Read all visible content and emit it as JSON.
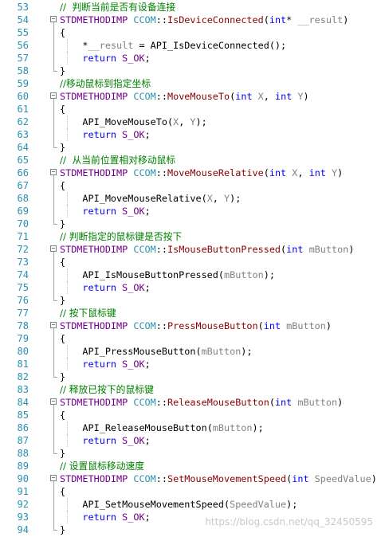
{
  "editor": {
    "lines": [
      {
        "n": "53",
        "fold": "none",
        "indent": 1,
        "tokens": [
          [
            "cm",
            "//  判断当前是否有设备连接"
          ]
        ]
      },
      {
        "n": "54",
        "fold": "open",
        "indent": 0,
        "tokens": [
          [
            "mac",
            "STDMETHODIMP"
          ],
          [
            "op",
            " "
          ],
          [
            "cls",
            "CCOM"
          ],
          [
            "op",
            "::"
          ],
          [
            "fn",
            "IsDeviceConnected"
          ],
          [
            "op",
            "("
          ],
          [
            "kw",
            "int"
          ],
          [
            "op",
            "* "
          ],
          [
            "prm",
            "__result"
          ],
          [
            "op",
            ")"
          ]
        ]
      },
      {
        "n": "55",
        "fold": "line",
        "indent": 0,
        "tokens": [
          [
            "op",
            "{"
          ]
        ]
      },
      {
        "n": "56",
        "fold": "line",
        "indent": 2,
        "tokens": [
          [
            "op",
            "*"
          ],
          [
            "prm",
            "__result"
          ],
          [
            "op",
            " = "
          ],
          [
            "id",
            "API_IsDeviceConnected"
          ],
          [
            "op",
            "();"
          ]
        ]
      },
      {
        "n": "57",
        "fold": "line",
        "indent": 2,
        "tokens": [
          [
            "kw",
            "return"
          ],
          [
            "op",
            " "
          ],
          [
            "enum",
            "S_OK"
          ],
          [
            "op",
            ";"
          ]
        ]
      },
      {
        "n": "58",
        "fold": "end",
        "indent": 0,
        "tokens": [
          [
            "op",
            "}"
          ]
        ]
      },
      {
        "n": "59",
        "fold": "none",
        "indent": 0,
        "tokens": [
          [
            "cm",
            "//移动鼠标到指定坐标"
          ]
        ]
      },
      {
        "n": "60",
        "fold": "open",
        "indent": 0,
        "tokens": [
          [
            "mac",
            "STDMETHODIMP"
          ],
          [
            "op",
            " "
          ],
          [
            "cls",
            "CCOM"
          ],
          [
            "op",
            "::"
          ],
          [
            "fn",
            "MoveMouseTo"
          ],
          [
            "op",
            "("
          ],
          [
            "kw",
            "int"
          ],
          [
            "op",
            " "
          ],
          [
            "prm",
            "X"
          ],
          [
            "op",
            ", "
          ],
          [
            "kw",
            "int"
          ],
          [
            "op",
            " "
          ],
          [
            "prm",
            "Y"
          ],
          [
            "op",
            ")"
          ]
        ]
      },
      {
        "n": "61",
        "fold": "line",
        "indent": 0,
        "tokens": [
          [
            "op",
            "{"
          ]
        ]
      },
      {
        "n": "62",
        "fold": "line",
        "indent": 2,
        "tokens": [
          [
            "id",
            "API_MoveMouseTo"
          ],
          [
            "op",
            "("
          ],
          [
            "prm",
            "X"
          ],
          [
            "op",
            ", "
          ],
          [
            "prm",
            "Y"
          ],
          [
            "op",
            ");"
          ]
        ]
      },
      {
        "n": "63",
        "fold": "line",
        "indent": 2,
        "tokens": [
          [
            "kw",
            "return"
          ],
          [
            "op",
            " "
          ],
          [
            "enum",
            "S_OK"
          ],
          [
            "op",
            ";"
          ]
        ]
      },
      {
        "n": "64",
        "fold": "end",
        "indent": 0,
        "tokens": [
          [
            "op",
            "}"
          ]
        ]
      },
      {
        "n": "65",
        "fold": "none",
        "indent": 0,
        "tokens": [
          [
            "cm",
            "//  从当前位置相对移动鼠标"
          ]
        ]
      },
      {
        "n": "66",
        "fold": "open",
        "indent": 0,
        "tokens": [
          [
            "mac",
            "STDMETHODIMP"
          ],
          [
            "op",
            " "
          ],
          [
            "cls",
            "CCOM"
          ],
          [
            "op",
            "::"
          ],
          [
            "fn",
            "MoveMouseRelative"
          ],
          [
            "op",
            "("
          ],
          [
            "kw",
            "int"
          ],
          [
            "op",
            " "
          ],
          [
            "prm",
            "X"
          ],
          [
            "op",
            ", "
          ],
          [
            "kw",
            "int"
          ],
          [
            "op",
            " "
          ],
          [
            "prm",
            "Y"
          ],
          [
            "op",
            ")"
          ]
        ]
      },
      {
        "n": "67",
        "fold": "line",
        "indent": 0,
        "tokens": [
          [
            "op",
            "{"
          ]
        ]
      },
      {
        "n": "68",
        "fold": "line",
        "indent": 2,
        "tokens": [
          [
            "id",
            "API_MoveMouseRelative"
          ],
          [
            "op",
            "("
          ],
          [
            "prm",
            "X"
          ],
          [
            "op",
            ", "
          ],
          [
            "prm",
            "Y"
          ],
          [
            "op",
            ");"
          ]
        ]
      },
      {
        "n": "69",
        "fold": "line",
        "indent": 2,
        "tokens": [
          [
            "kw",
            "return"
          ],
          [
            "op",
            " "
          ],
          [
            "enum",
            "S_OK"
          ],
          [
            "op",
            ";"
          ]
        ]
      },
      {
        "n": "70",
        "fold": "end",
        "indent": 0,
        "tokens": [
          [
            "op",
            "}"
          ]
        ]
      },
      {
        "n": "71",
        "fold": "none",
        "indent": 0,
        "tokens": [
          [
            "cm",
            "// 判断指定的鼠标键是否按下"
          ]
        ]
      },
      {
        "n": "72",
        "fold": "open",
        "indent": 0,
        "tokens": [
          [
            "mac",
            "STDMETHODIMP"
          ],
          [
            "op",
            " "
          ],
          [
            "cls",
            "CCOM"
          ],
          [
            "op",
            "::"
          ],
          [
            "fn",
            "IsMouseButtonPressed"
          ],
          [
            "op",
            "("
          ],
          [
            "kw",
            "int"
          ],
          [
            "op",
            " "
          ],
          [
            "prm",
            "mButton"
          ],
          [
            "op",
            ")"
          ]
        ]
      },
      {
        "n": "73",
        "fold": "line",
        "indent": 0,
        "tokens": [
          [
            "op",
            "{"
          ]
        ]
      },
      {
        "n": "74",
        "fold": "line",
        "indent": 2,
        "tokens": [
          [
            "id",
            "API_IsMouseButtonPressed"
          ],
          [
            "op",
            "("
          ],
          [
            "prm",
            "mButton"
          ],
          [
            "op",
            ");"
          ]
        ]
      },
      {
        "n": "75",
        "fold": "line",
        "indent": 2,
        "tokens": [
          [
            "kw",
            "return"
          ],
          [
            "op",
            " "
          ],
          [
            "enum",
            "S_OK"
          ],
          [
            "op",
            ";"
          ]
        ]
      },
      {
        "n": "76",
        "fold": "end",
        "indent": 0,
        "tokens": [
          [
            "op",
            "}"
          ]
        ]
      },
      {
        "n": "77",
        "fold": "none",
        "indent": 0,
        "tokens": [
          [
            "cm",
            "// 按下鼠标键"
          ]
        ]
      },
      {
        "n": "78",
        "fold": "open",
        "indent": 0,
        "tokens": [
          [
            "mac",
            "STDMETHODIMP"
          ],
          [
            "op",
            " "
          ],
          [
            "cls",
            "CCOM"
          ],
          [
            "op",
            "::"
          ],
          [
            "fn",
            "PressMouseButton"
          ],
          [
            "op",
            "("
          ],
          [
            "kw",
            "int"
          ],
          [
            "op",
            " "
          ],
          [
            "prm",
            "mButton"
          ],
          [
            "op",
            ")"
          ]
        ]
      },
      {
        "n": "79",
        "fold": "line",
        "indent": 0,
        "tokens": [
          [
            "op",
            "{"
          ]
        ]
      },
      {
        "n": "80",
        "fold": "line",
        "indent": 2,
        "tokens": [
          [
            "id",
            "API_PressMouseButton"
          ],
          [
            "op",
            "("
          ],
          [
            "prm",
            "mButton"
          ],
          [
            "op",
            ");"
          ]
        ]
      },
      {
        "n": "81",
        "fold": "line",
        "indent": 2,
        "tokens": [
          [
            "kw",
            "return"
          ],
          [
            "op",
            " "
          ],
          [
            "enum",
            "S_OK"
          ],
          [
            "op",
            ";"
          ]
        ]
      },
      {
        "n": "82",
        "fold": "end",
        "indent": 0,
        "tokens": [
          [
            "op",
            "}"
          ]
        ]
      },
      {
        "n": "83",
        "fold": "none",
        "indent": 0,
        "tokens": [
          [
            "cm",
            "// 释放已按下的鼠标键"
          ]
        ]
      },
      {
        "n": "84",
        "fold": "open",
        "indent": 0,
        "tokens": [
          [
            "mac",
            "STDMETHODIMP"
          ],
          [
            "op",
            " "
          ],
          [
            "cls",
            "CCOM"
          ],
          [
            "op",
            "::"
          ],
          [
            "fn",
            "ReleaseMouseButton"
          ],
          [
            "op",
            "("
          ],
          [
            "kw",
            "int"
          ],
          [
            "op",
            " "
          ],
          [
            "prm",
            "mButton"
          ],
          [
            "op",
            ")"
          ]
        ]
      },
      {
        "n": "85",
        "fold": "line",
        "indent": 0,
        "tokens": [
          [
            "op",
            "{"
          ]
        ]
      },
      {
        "n": "86",
        "fold": "line",
        "indent": 2,
        "tokens": [
          [
            "id",
            "API_ReleaseMouseButton"
          ],
          [
            "op",
            "("
          ],
          [
            "prm",
            "mButton"
          ],
          [
            "op",
            ");"
          ]
        ]
      },
      {
        "n": "87",
        "fold": "line",
        "indent": 2,
        "tokens": [
          [
            "kw",
            "return"
          ],
          [
            "op",
            " "
          ],
          [
            "enum",
            "S_OK"
          ],
          [
            "op",
            ";"
          ]
        ]
      },
      {
        "n": "88",
        "fold": "end",
        "indent": 0,
        "tokens": [
          [
            "op",
            "}"
          ]
        ]
      },
      {
        "n": "89",
        "fold": "none",
        "indent": 0,
        "tokens": [
          [
            "cm",
            "// 设置鼠标移动速度"
          ]
        ]
      },
      {
        "n": "90",
        "fold": "open",
        "indent": 0,
        "tokens": [
          [
            "mac",
            "STDMETHODIMP"
          ],
          [
            "op",
            " "
          ],
          [
            "cls",
            "CCOM"
          ],
          [
            "op",
            "::"
          ],
          [
            "fn",
            "SetMouseMovementSpeed"
          ],
          [
            "op",
            "("
          ],
          [
            "kw",
            "int"
          ],
          [
            "op",
            " "
          ],
          [
            "prm",
            "SpeedValue"
          ],
          [
            "op",
            ")"
          ]
        ]
      },
      {
        "n": "91",
        "fold": "line",
        "indent": 0,
        "tokens": [
          [
            "op",
            "{"
          ]
        ]
      },
      {
        "n": "92",
        "fold": "line",
        "indent": 2,
        "tokens": [
          [
            "id",
            "API_SetMouseMovementSpeed"
          ],
          [
            "op",
            "("
          ],
          [
            "prm",
            "SpeedValue"
          ],
          [
            "op",
            ");"
          ]
        ]
      },
      {
        "n": "93",
        "fold": "line",
        "indent": 2,
        "tokens": [
          [
            "kw",
            "return"
          ],
          [
            "op",
            " "
          ],
          [
            "enum",
            "S_OK"
          ],
          [
            "op",
            ";"
          ]
        ]
      },
      {
        "n": "94",
        "fold": "end",
        "indent": 0,
        "tokens": [
          [
            "op",
            "}"
          ]
        ]
      }
    ]
  },
  "watermark": "https://blog.csdn.net/qq_32450595",
  "colors": {
    "line_number": "#2b91af",
    "comment": "#008000",
    "macro": "#6f008a",
    "class": "#2b91af",
    "function": "#880000",
    "keyword": "#0000ff",
    "parameter": "#808080"
  }
}
